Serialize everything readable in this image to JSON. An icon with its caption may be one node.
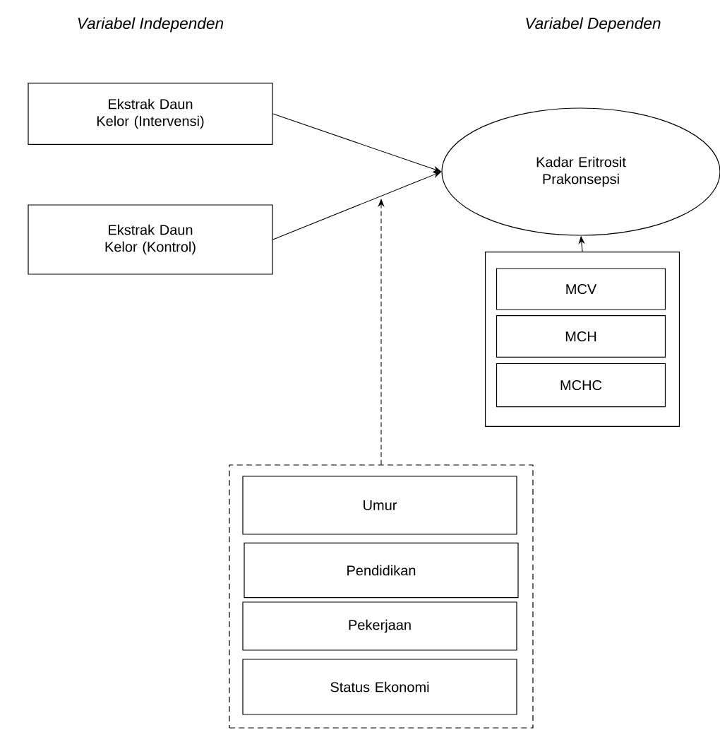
{
  "diagram": {
    "nodes": [
      {
        "text": [
          "Ekstrak Daun Kelor (Intervensi)"
        ]
      },
      {
        "text": [
          "Ekstrak Daun Kelor (Kontrol)"
        ]
      },
      {
        "text": [
          "Kadar Eritrosit Prakonsepsi"
        ]
      },
      {
        "text": [],
        "shape": "box"
      },
      {
        "text": [
          "MCV"
        ],
        "in": 3
      },
      {
        "text": [
          "MCH"
        ],
        "in": 3
      },
      {
        "text": [
          "MCHC"
        ],
        "in": 3
      },
      {
        "text": [],
        "shape": "box"
      },
      {
        "text": [
          "Umur"
        ],
        "in": 7
      },
      {
        "text": [
          "Pendidikan"
        ],
        "in": 7
      },
      {
        "text": [
          "Pekerjaan"
        ],
        "in": 7
      },
      {
        "text": [
          "Status Ekonomi"
        ],
        "in": 7
      }
    ],
    "edges": [
      {
        "from": 0,
        "to": 2,
        "arrow": "to"
      },
      {
        "from": 1,
        "to": 2,
        "arrow": "to"
      },
      {
        "from": 3,
        "to": 2,
        "arrow": "to"
      },
      {
        "from": 7,
        "to": null,
        "arrow": "to",
        "style": "dashed"
      }
    ],
    "labels": [
      "Variabel Independen",
      "Variabel Dependen"
    ]
  }
}
